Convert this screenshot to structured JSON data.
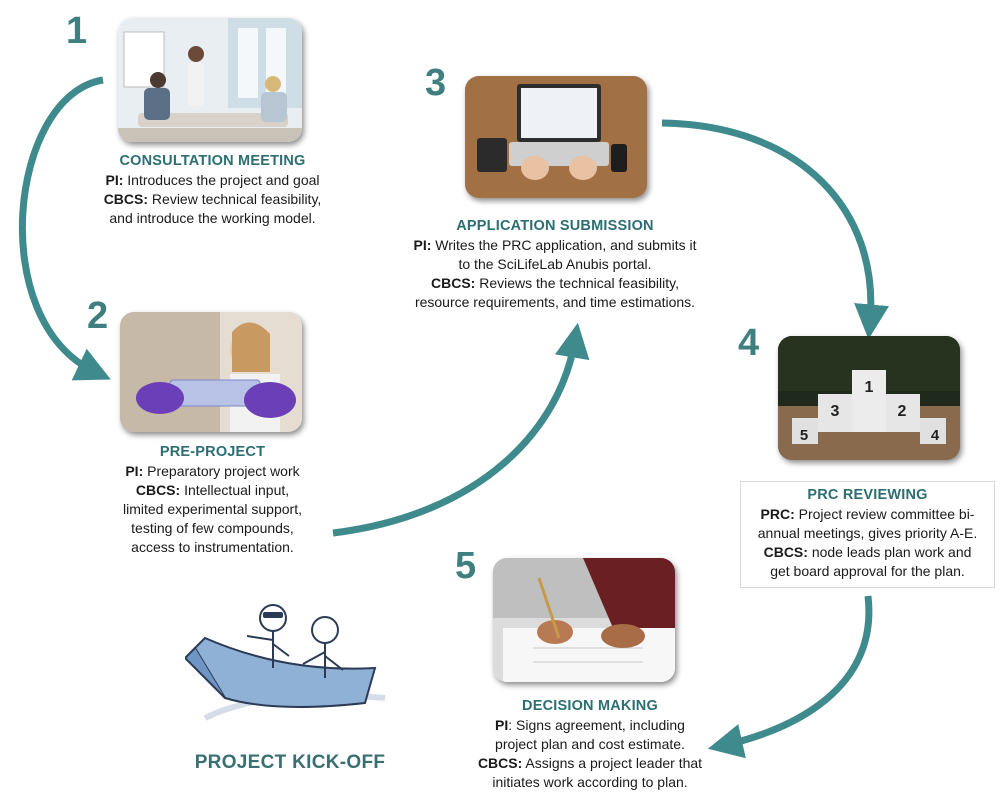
{
  "colors": {
    "accent": "#3f8a8c",
    "title": "#2c6e72",
    "number": "#3f7f80"
  },
  "steps": [
    {
      "number": "1",
      "title": "CONSULTATION MEETING",
      "lines": [
        {
          "label": "PI:",
          "text": " Introduces the project and goal"
        },
        {
          "label": "CBCS:",
          "text": " Review technical feasibility,"
        },
        {
          "label": "",
          "text": "and introduce the working model."
        }
      ],
      "photo_icon": "meeting-photo"
    },
    {
      "number": "2",
      "title": "PRE-PROJECT",
      "lines": [
        {
          "label": "PI:",
          "text": " Preparatory project work"
        },
        {
          "label": "CBCS:",
          "text": " Intellectual input,"
        },
        {
          "label": "",
          "text": "limited experimental support,"
        },
        {
          "label": "",
          "text": "testing of few compounds,"
        },
        {
          "label": "",
          "text": "access to instrumentation."
        }
      ],
      "photo_icon": "lab-plate-photo"
    },
    {
      "number": "3",
      "title": "APPLICATION SUBMISSION",
      "lines": [
        {
          "label": "PI:",
          "text": " Writes the PRC application, and submits it"
        },
        {
          "label": "",
          "text": "to the SciLifeLab Anubis portal."
        },
        {
          "label": "CBCS:",
          "text": " Reviews the technical feasibility,"
        },
        {
          "label": "",
          "text": "resource requirements, and time estimations."
        }
      ],
      "photo_icon": "laptop-photo"
    },
    {
      "number": "4",
      "title": "PRC REVIEWING",
      "lines": [
        {
          "label": "PRC:",
          "text": " Project review committee bi-"
        },
        {
          "label": "",
          "text": "annual meetings, gives priority A-E."
        },
        {
          "label": "CBCS:",
          "text": " node leads plan work and"
        },
        {
          "label": "",
          "text": "get board approval for the plan."
        }
      ],
      "photo_icon": "podium-photo",
      "podium_labels": [
        "1",
        "2",
        "3",
        "4",
        "5"
      ]
    },
    {
      "number": "5",
      "title": "DECISION MAKING",
      "lines": [
        {
          "label": "PI",
          "text": ": Signs agreement, including"
        },
        {
          "label": "",
          "text": "project plan and cost estimate."
        },
        {
          "label": "CBCS:",
          "text": " Assigns a project leader that"
        },
        {
          "label": "",
          "text": "initiates work according to plan."
        }
      ],
      "photo_icon": "signing-photo"
    }
  ],
  "kickoff": {
    "title": "PROJECT KICK-OFF",
    "icon": "rowing-boat-sketch-icon"
  }
}
